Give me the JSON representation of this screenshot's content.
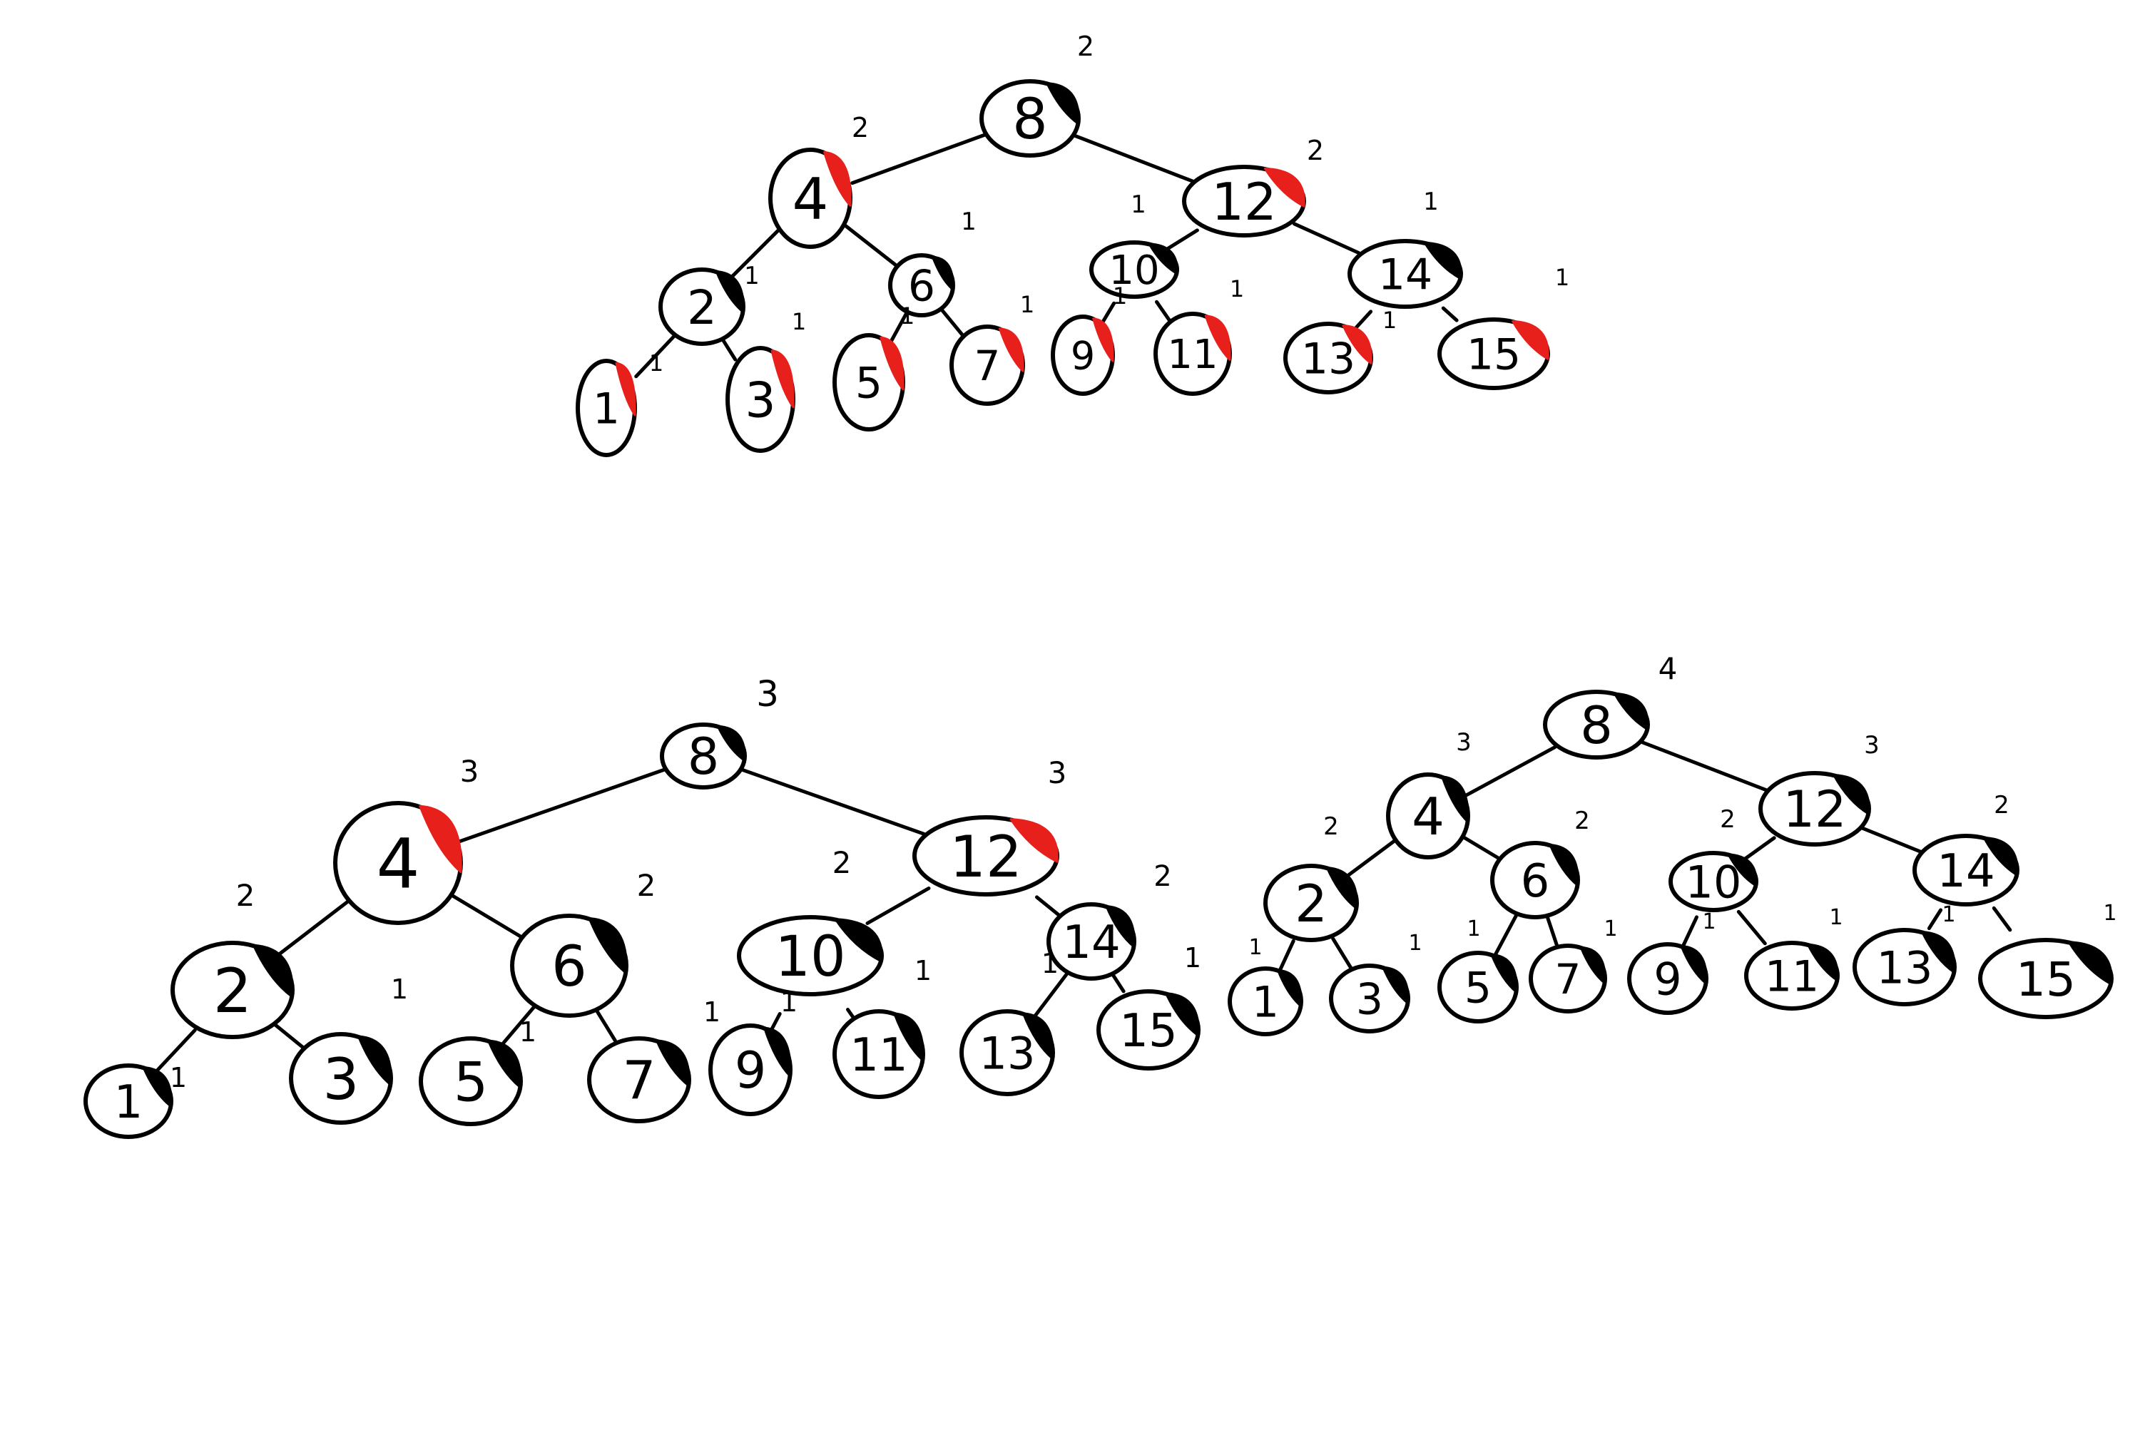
{
  "colors": {
    "ink": "#000000",
    "background": "#ffffff",
    "red_mark": "#e8201c",
    "black_mark": "#000000"
  },
  "trees": [
    {
      "name": "tree-1",
      "nodes": [
        {
          "id": "8",
          "label": "8",
          "height": "2",
          "mark": "black",
          "parent": null
        },
        {
          "id": "4",
          "label": "4",
          "height": "2",
          "mark": "red",
          "parent": "8"
        },
        {
          "id": "12",
          "label": "12",
          "height": "2",
          "mark": "red",
          "parent": "8"
        },
        {
          "id": "2",
          "label": "2",
          "height": "1",
          "mark": "black",
          "parent": "4"
        },
        {
          "id": "6",
          "label": "6",
          "height": "1",
          "mark": "black",
          "parent": "4"
        },
        {
          "id": "10",
          "label": "10",
          "height": "1",
          "mark": "black",
          "parent": "12"
        },
        {
          "id": "14",
          "label": "14",
          "height": "1",
          "mark": "black",
          "parent": "12"
        },
        {
          "id": "1",
          "label": "1",
          "height": "1",
          "mark": "red",
          "parent": "2"
        },
        {
          "id": "3",
          "label": "3",
          "height": "1",
          "mark": "red",
          "parent": "2"
        },
        {
          "id": "5",
          "label": "5",
          "height": "1",
          "mark": "red",
          "parent": "6"
        },
        {
          "id": "7",
          "label": "7",
          "height": "1",
          "mark": "red",
          "parent": "6"
        },
        {
          "id": "9",
          "label": "9",
          "height": "1",
          "mark": "red",
          "parent": "10"
        },
        {
          "id": "11",
          "label": "11",
          "height": "1",
          "mark": "red",
          "parent": "10"
        },
        {
          "id": "13",
          "label": "13",
          "height": "1",
          "mark": "red",
          "parent": "14"
        },
        {
          "id": "15",
          "label": "15",
          "height": "1",
          "mark": "red",
          "parent": "14"
        }
      ]
    },
    {
      "name": "tree-2",
      "nodes": [
        {
          "id": "8",
          "label": "8",
          "height": "3",
          "mark": "black",
          "parent": null
        },
        {
          "id": "4",
          "label": "4",
          "height": "3",
          "mark": "red",
          "parent": "8"
        },
        {
          "id": "12",
          "label": "12",
          "height": "3",
          "mark": "red",
          "parent": "8"
        },
        {
          "id": "2",
          "label": "2",
          "height": "2",
          "mark": "black",
          "parent": "4"
        },
        {
          "id": "6",
          "label": "6",
          "height": "2",
          "mark": "black",
          "parent": "4"
        },
        {
          "id": "10",
          "label": "10",
          "height": "2",
          "mark": "black",
          "parent": "12"
        },
        {
          "id": "14",
          "label": "14",
          "height": "2",
          "mark": "black",
          "parent": "12"
        },
        {
          "id": "1",
          "label": "1",
          "height": "1",
          "mark": "black",
          "parent": "2"
        },
        {
          "id": "3",
          "label": "3",
          "height": "1",
          "mark": "black",
          "parent": "2"
        },
        {
          "id": "5",
          "label": "5",
          "height": "1",
          "mark": "black",
          "parent": "6"
        },
        {
          "id": "7",
          "label": "7",
          "height": "1",
          "mark": "black",
          "parent": "6"
        },
        {
          "id": "9",
          "label": "9",
          "height": "1",
          "mark": "black",
          "parent": "10"
        },
        {
          "id": "11",
          "label": "11",
          "height": "1",
          "mark": "black",
          "parent": "10"
        },
        {
          "id": "13",
          "label": "13",
          "height": "1",
          "mark": "black",
          "parent": "14"
        },
        {
          "id": "15",
          "label": "15",
          "height": "1",
          "mark": "black",
          "parent": "14"
        }
      ]
    },
    {
      "name": "tree-3",
      "nodes": [
        {
          "id": "8",
          "label": "8",
          "height": "4",
          "mark": "black",
          "parent": null
        },
        {
          "id": "4",
          "label": "4",
          "height": "3",
          "mark": "black",
          "parent": "8"
        },
        {
          "id": "12",
          "label": "12",
          "height": "3",
          "mark": "black",
          "parent": "8"
        },
        {
          "id": "2",
          "label": "2",
          "height": "2",
          "mark": "black",
          "parent": "4"
        },
        {
          "id": "6",
          "label": "6",
          "height": "2",
          "mark": "black",
          "parent": "4"
        },
        {
          "id": "10",
          "label": "10",
          "height": "2",
          "mark": "black",
          "parent": "12"
        },
        {
          "id": "14",
          "label": "14",
          "height": "2",
          "mark": "black",
          "parent": "12"
        },
        {
          "id": "1",
          "label": "1",
          "height": "1",
          "mark": "black",
          "parent": "2"
        },
        {
          "id": "3",
          "label": "3",
          "height": "1",
          "mark": "black",
          "parent": "2"
        },
        {
          "id": "5",
          "label": "5",
          "height": "1",
          "mark": "black",
          "parent": "6"
        },
        {
          "id": "7",
          "label": "7",
          "height": "1",
          "mark": "black",
          "parent": "6"
        },
        {
          "id": "9",
          "label": "9",
          "height": "1",
          "mark": "black",
          "parent": "10"
        },
        {
          "id": "11",
          "label": "11",
          "height": "1",
          "mark": "black",
          "parent": "10"
        },
        {
          "id": "13",
          "label": "13",
          "height": "1",
          "mark": "black",
          "parent": "14"
        },
        {
          "id": "15",
          "label": "15",
          "height": "1",
          "mark": "black",
          "parent": "14"
        }
      ]
    }
  ]
}
